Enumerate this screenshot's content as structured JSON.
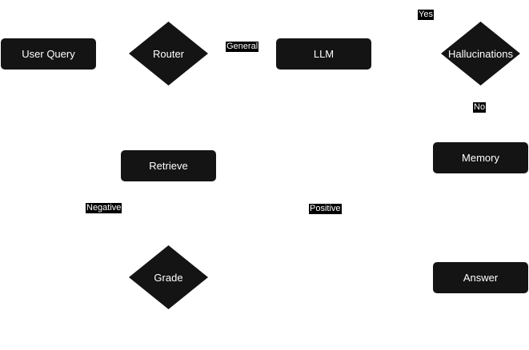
{
  "nodes": {
    "user_query": "User Query",
    "router": "Router",
    "llm": "LLM",
    "hallucinations": "Hallucinations",
    "retrieve": "Retrieve",
    "memory": "Memory",
    "grade": "Grade",
    "answer": "Answer"
  },
  "edge_labels": {
    "general": "General",
    "yes": "Yes",
    "no": "No",
    "negative": "Negative",
    "positive": "Positive"
  },
  "colors": {
    "node_fill": "#141414",
    "node_text": "#ffffff",
    "background": "#ffffff"
  }
}
